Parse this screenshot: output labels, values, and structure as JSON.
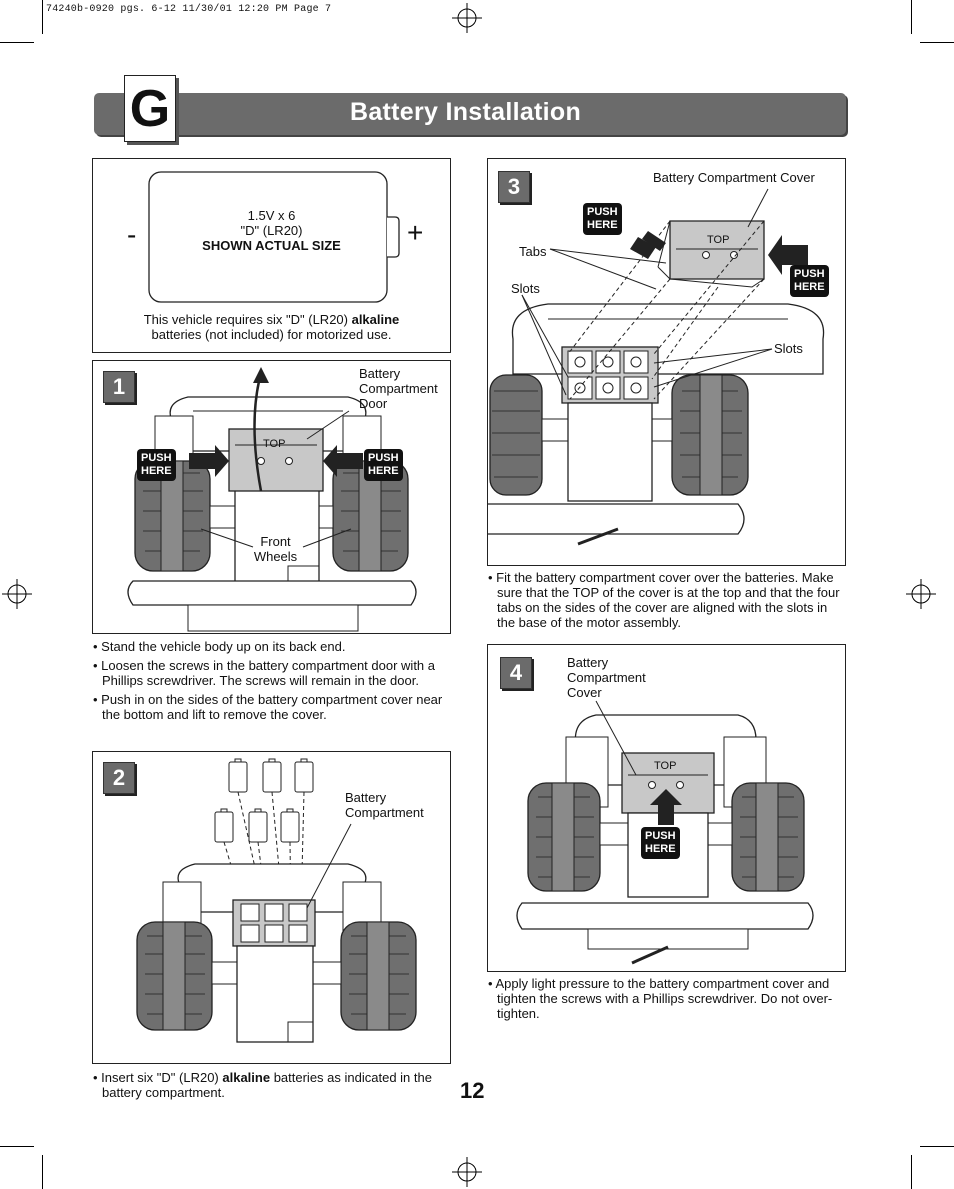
{
  "slug": "74240b-0920 pgs. 6-12  11/30/01  12:20 PM  Page 7",
  "section_letter": "G",
  "title": "Battery Installation",
  "battery_panel": {
    "line1": "1.5V x 6",
    "line2": "\"D\" (LR20)",
    "line3": "SHOWN ACTUAL SIZE",
    "minus": "-",
    "plus": "+",
    "note_pre": "This vehicle requires six \"D\" (LR20) ",
    "note_bold": "alkaline",
    "note_post": "batteries (not included) for motorized use."
  },
  "step1": {
    "num": "1",
    "label_door": "Battery\nCompartment\nDoor",
    "label_top": "TOP",
    "label_wheels": "Front\nWheels",
    "push_left": "PUSH\nHERE",
    "push_right": "PUSH\nHERE",
    "bullets": [
      "• Stand the vehicle body up on its back end.",
      "• Loosen the screws in the battery compartment door with a Phillips screwdriver. The screws will remain in the door.",
      "• Push in on the sides of the battery compartment cover near the bottom and lift to remove the cover."
    ]
  },
  "step2": {
    "num": "2",
    "label_comp": "Battery\nCompartment",
    "bullet_pre": "• Insert six \"D\" (LR20) ",
    "bullet_bold": "alkaline",
    "bullet_post": " batteries as indicated in the battery compartment."
  },
  "step3": {
    "num": "3",
    "label_cover": "Battery Compartment Cover",
    "label_tabs": "Tabs",
    "label_slots_left": "Slots",
    "label_slots_right": "Slots",
    "label_top": "TOP",
    "push_left": "PUSH\nHERE",
    "push_right": "PUSH\nHERE",
    "bullet": "• Fit the battery compartment cover over the batteries. Make sure that the TOP of the cover is at the top and that the four tabs on the sides of the cover are aligned with the slots in the base of the motor assembly."
  },
  "step4": {
    "num": "4",
    "label_cover": "Battery\nCompartment\nCover",
    "label_top": "TOP",
    "push": "PUSH\nHERE",
    "bullet": "• Apply light pressure to the battery compartment cover and tighten the screws with a Phillips screwdriver. Do not over-tighten."
  },
  "page_number": "12"
}
